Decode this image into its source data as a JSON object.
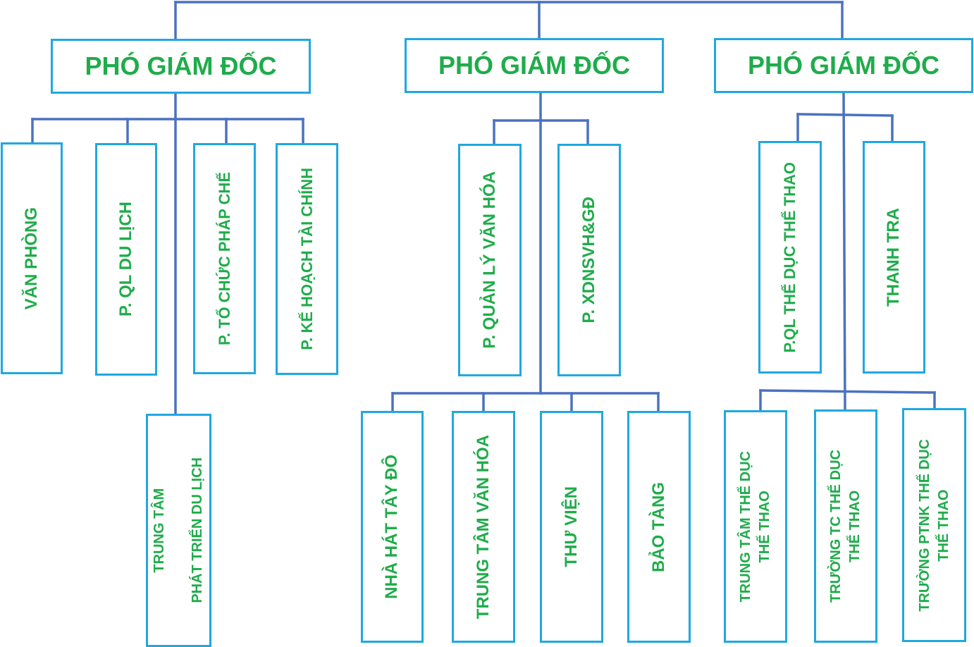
{
  "colors": {
    "line": "#4b72bf",
    "border": "#1fa8e0",
    "text": "#1fac4b"
  },
  "deputies": [
    {
      "label": "PHÓ GIÁM ĐỐC"
    },
    {
      "label": "PHÓ GIÁM ĐỐC"
    },
    {
      "label": "PHÓ GIÁM ĐỐC"
    }
  ],
  "group1": {
    "departments": [
      {
        "label": "VĂN PHÒNG"
      },
      {
        "label": "P. QL DU LỊCH"
      },
      {
        "label": "P. TỔ CHỨC PHÁP CHẾ"
      },
      {
        "label": "P. KẾ HOẠCH TÀI CHÍNH"
      }
    ],
    "units": [
      {
        "line1": "TRUNG TÂM",
        "line2": "PHÁT TRIỂN DU LỊCH"
      }
    ]
  },
  "group2": {
    "departments": [
      {
        "label": "P. QUẢN LÝ VĂN HÓA"
      },
      {
        "label": "P. XDNSVH&GĐ"
      }
    ],
    "units": [
      {
        "label": "NHÀ HÁT TÂY ĐÔ"
      },
      {
        "label": "TRUNG TÂM VĂN HÓA"
      },
      {
        "label": "THƯ VIỆN"
      },
      {
        "label": "BẢO TÀNG"
      }
    ]
  },
  "group3": {
    "departments": [
      {
        "label": "P.QL THỂ DỤC THỂ THAO"
      },
      {
        "label": "THANH TRA"
      }
    ],
    "units": [
      {
        "line1": "TRUNG TÂM THỂ DỤC",
        "line2": "THỂ THAO"
      },
      {
        "line1": "TRƯỜNG TC THỂ DỤC",
        "line2": "THỂ THAO"
      },
      {
        "line1": "TRƯỜNG PTNK THỂ DỤC",
        "line2": "THỂ THAO"
      }
    ]
  }
}
